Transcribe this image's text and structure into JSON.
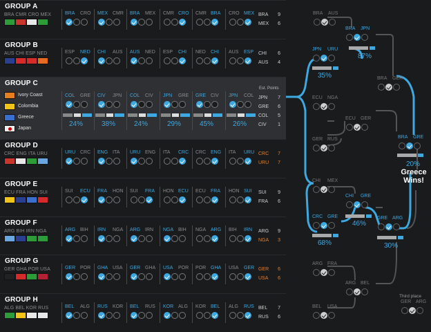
{
  "groups": [
    {
      "title": "GROUP A",
      "teams": "BRA CMR CRO MEX",
      "flags": [
        "#2d9b3a",
        "#c8362e",
        "#e8e8e8",
        "#2d9b3a"
      ],
      "matches": [
        [
          "BRA",
          "CRO",
          1,
          0
        ],
        [
          "MEX",
          "CMR",
          1,
          0
        ],
        [
          "BRA",
          "MEX",
          1,
          0
        ],
        [
          "CMR",
          "CRO",
          2,
          0
        ],
        [
          "CMR",
          "BRA",
          2,
          0
        ],
        [
          "CRO",
          "MEX",
          2,
          0
        ]
      ],
      "standings": [
        [
          "BRA",
          "9"
        ],
        [
          "MEX",
          "6"
        ]
      ]
    },
    {
      "title": "GROUP B",
      "teams": "AUS CHI ESP NED",
      "flags": [
        "#2a3f8f",
        "#d62b2b",
        "#d62b2b",
        "#e66b1f"
      ],
      "matches": [
        [
          "ESP",
          "NED",
          2,
          0
        ],
        [
          "CHI",
          "AUS",
          1,
          0
        ],
        [
          "AUS",
          "NED",
          1,
          0
        ],
        [
          "ESP",
          "CHI",
          2,
          0
        ],
        [
          "NED",
          "CHI",
          2,
          0
        ],
        [
          "AUS",
          "ESP",
          2,
          0
        ]
      ],
      "standings": [
        [
          "CHI",
          "6"
        ],
        [
          "AUS",
          "4"
        ]
      ]
    },
    {
      "title": "GROUP C"
    },
    {
      "title": "GROUP D",
      "teams": "CRC ENG ITA URU",
      "flags": [
        "#c8362e",
        "#e8e8e8",
        "#2d9b3a",
        "#6aa6e0"
      ],
      "matches": [
        [
          "URU",
          "CRC",
          1,
          0
        ],
        [
          "ENG",
          "ITA",
          1,
          1
        ],
        [
          "URU",
          "ENG",
          1,
          0
        ],
        [
          "ITA",
          "CRC",
          2,
          0
        ],
        [
          "CRC",
          "ENG",
          2,
          0
        ],
        [
          "ITA",
          "URU",
          2,
          0
        ]
      ],
      "standings": [
        [
          "CRC",
          "7"
        ],
        [
          "URU",
          "7"
        ]
      ]
    },
    {
      "title": "GROUP E",
      "teams": "ECU FRA HON SUI",
      "flags": [
        "#f0c419",
        "#2a3f8f",
        "#3a6fd0",
        "#d62b2b"
      ],
      "matches": [
        [
          "SUI",
          "ECU",
          2,
          0
        ],
        [
          "FRA",
          "HON",
          1,
          0
        ],
        [
          "SUI",
          "FRA",
          2,
          0
        ],
        [
          "HON",
          "ECU",
          2,
          0
        ],
        [
          "ECU",
          "FRA",
          2,
          0
        ],
        [
          "HON",
          "SUI",
          2,
          0
        ]
      ],
      "standings": [
        [
          "SUI",
          "9"
        ],
        [
          "FRA",
          "6"
        ]
      ]
    },
    {
      "title": "GROUP F",
      "teams": "ARG BIH IRN NGA",
      "flags": [
        "#6aa6e0",
        "#2a3f8f",
        "#2d9b3a",
        "#2d9b3a"
      ],
      "matches": [
        [
          "ARG",
          "BIH",
          1,
          0
        ],
        [
          "IRN",
          "NGA",
          1,
          2
        ],
        [
          "ARG",
          "IRN",
          1,
          0
        ],
        [
          "NGA",
          "BIH",
          1,
          0
        ],
        [
          "NGA",
          "ARG",
          2,
          0
        ],
        [
          "BIH",
          "IRN",
          2,
          0
        ]
      ],
      "standings": [
        [
          "ARG",
          "9"
        ],
        [
          "NGA",
          "3"
        ]
      ]
    },
    {
      "title": "GROUP G",
      "teams": "GER GHA POR USA",
      "flags": [
        "#222",
        "#d62b2b",
        "#2d9b3a",
        "#b22234"
      ],
      "matches": [
        [
          "GER",
          "POR",
          1,
          0
        ],
        [
          "GHA",
          "USA",
          1,
          0
        ],
        [
          "GER",
          "GHA",
          1,
          0
        ],
        [
          "USA",
          "POR",
          1,
          0
        ],
        [
          "POR",
          "GHA",
          2,
          0
        ],
        [
          "USA",
          "GER",
          2,
          0
        ]
      ],
      "standings": [
        [
          "GER",
          "6"
        ],
        [
          "USA",
          "6"
        ]
      ]
    },
    {
      "title": "GROUP H",
      "teams": "ALG BEL KOR RUS",
      "flags": [
        "#2d9b3a",
        "#f0c419",
        "#e8e8e8",
        "#e8e8e8"
      ],
      "matches": [
        [
          "BEL",
          "ALG",
          1,
          0
        ],
        [
          "RUS",
          "KOR",
          1,
          0
        ],
        [
          "BEL",
          "RUS",
          1,
          0
        ],
        [
          "KOR",
          "ALG",
          1,
          0
        ],
        [
          "KOR",
          "BEL",
          2,
          0
        ],
        [
          "ALG",
          "RUS",
          2,
          0
        ]
      ],
      "standings": [
        [
          "BEL",
          "7"
        ],
        [
          "RUS",
          "6"
        ]
      ]
    }
  ],
  "groupC": {
    "teams": [
      "Ivory Coast",
      "Colombia",
      "Greece",
      "Japan"
    ],
    "flags": [
      "#e67e22",
      "#f0c419",
      "#3a6fd0",
      "#e8e8e8"
    ],
    "matches": [
      [
        "COL",
        "GRE",
        1,
        2
      ],
      [
        "CIV",
        "JPN",
        1,
        2
      ],
      [
        "COL",
        "CIV",
        1,
        1
      ],
      [
        "JPN",
        "GRE",
        1,
        1
      ],
      [
        "GRE",
        "CIV",
        1,
        2
      ],
      [
        "JPN",
        "COL",
        1,
        2
      ]
    ],
    "pcts": [
      "24%",
      "38%",
      "24%",
      "29%",
      "45%",
      "26%"
    ],
    "est_label": "Est. Points",
    "standings": [
      [
        "JPN",
        "7"
      ],
      [
        "GRE",
        "6"
      ],
      [
        "COL",
        "5"
      ],
      [
        "CIV",
        "1"
      ]
    ]
  },
  "bracket": {
    "nodes": [
      [
        "BRA",
        "AUS",
        0
      ],
      [
        "BRA",
        "JPN",
        1
      ],
      [
        "JPN",
        "URU",
        1
      ],
      [
        "BRA",
        "GER",
        0
      ],
      [
        "ECU",
        "NGA",
        0
      ],
      [
        "ECU",
        "GER",
        0
      ],
      [
        "GER",
        "RUS",
        0
      ],
      [
        "BRA",
        "GRE",
        1
      ],
      [
        "CHI",
        "MEX",
        0
      ],
      [
        "CHI",
        "GRE",
        1
      ],
      [
        "CRC",
        "GRE",
        1
      ],
      [
        "GRE",
        "ARG",
        1
      ],
      [
        "ARG",
        "FRA",
        0
      ],
      [
        "ARG",
        "BEL",
        0
      ],
      [
        "BEL",
        "USA",
        0
      ]
    ],
    "pcts": [
      "87%",
      "35%",
      "20%",
      "46%",
      "68%",
      "30%"
    ],
    "winner": "Greece Wins!",
    "third_label": "Third place",
    "third_teams": [
      "GER",
      "ARG"
    ]
  }
}
